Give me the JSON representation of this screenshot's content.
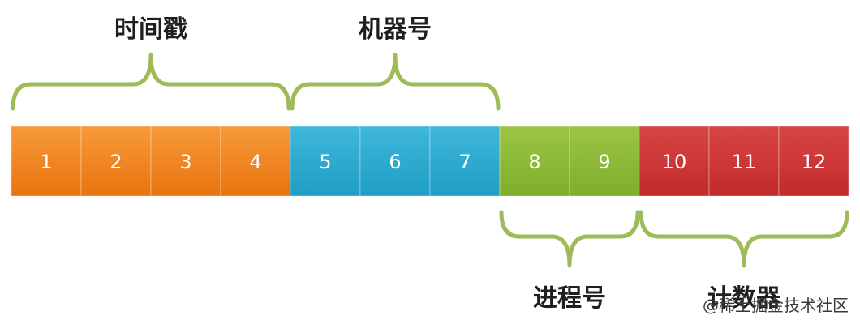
{
  "segments": [
    {
      "label": "时间戳",
      "position": "top",
      "color": "#f0801a",
      "cells": [
        "1",
        "2",
        "3",
        "4"
      ]
    },
    {
      "label": "机器号",
      "position": "top",
      "color": "#27a9cf",
      "cells": [
        "5",
        "6",
        "7"
      ]
    },
    {
      "label": "进程号",
      "position": "bottom",
      "color": "#8ab536",
      "cells": [
        "8",
        "9"
      ]
    },
    {
      "label": "计数器",
      "position": "bottom",
      "color": "#cc3232",
      "cells": [
        "10",
        "11",
        "12"
      ]
    }
  ],
  "colors": {
    "brace": "#9dbb59",
    "label": "#1f1f1f",
    "cell_text": "#ffffff"
  },
  "watermark": "@稀土掘金技术社区"
}
